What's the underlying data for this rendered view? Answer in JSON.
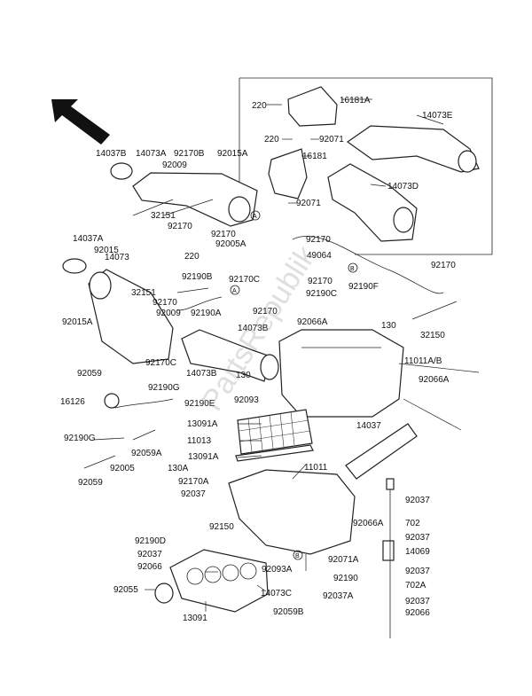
{
  "diagram": {
    "direction_icon": "arrow-up-left-icon",
    "watermark": "PartsRepublik",
    "labels": {
      "l220a": "220",
      "l16181a": "16181A",
      "l14073e": "14073E",
      "l220b": "220",
      "l92071a": "92071",
      "l16181": "16181",
      "l14073d": "14073D",
      "l92071b": "92071",
      "l14037b": "14037B",
      "l14073a": "14073A",
      "l92170b": "92170B",
      "l92015a_top": "92015A",
      "l92009_top": "92009",
      "l32151_top": "32151",
      "l92170_a": "92170",
      "l92170_b": "92170",
      "l14037a": "14037A",
      "l92015": "92015",
      "l220c": "220",
      "l92005a": "92005A",
      "l14073": "14073",
      "l92190b": "92190B",
      "l32151_mid": "32151",
      "l92170_c": "92170",
      "l92009_mid": "92009",
      "l92170c_mid": "92170C",
      "l92190a": "92190A",
      "l92015a_left": "92015A",
      "l92170_d": "92170",
      "l14073b_a": "14073B",
      "l92170c_low": "92170C",
      "l92059_a": "92059",
      "l14073b_b": "14073B",
      "l92190g": "92190G",
      "l16126": "16126",
      "l92190e": "92190E",
      "l92190g_b": "92190G",
      "l92059a": "92059A",
      "l92005": "92005",
      "l92059_b": "92059",
      "l92170_e": "92170",
      "l49064": "49064",
      "l92170_f": "92170",
      "l92190c": "92190C",
      "l92066a_a": "92066A",
      "l92170_top_right": "92170",
      "l92190f": "92190F",
      "l32150": "32150",
      "l130_a": "130",
      "l11011ab": "11011A/B",
      "l130_b": "130",
      "l92066a_b": "92066A",
      "l92093": "92093",
      "l13091a_a": "13091A",
      "l11013": "11013",
      "l13091a_b": "13091A",
      "l14037": "14037",
      "l130a": "130A",
      "l92170a": "92170A",
      "l92037_a": "92037",
      "l11011": "11011",
      "l92150": "92150",
      "l92190d": "92190D",
      "l92037_b": "92037",
      "l92066": "92066",
      "l92055": "92055",
      "l13091": "13091",
      "l14073c": "14073C",
      "l92093a": "92093A",
      "l92071a_low": "92071A",
      "l92190": "92190",
      "l92037a": "92037A",
      "l92059b": "92059B",
      "l92066a_c": "92066A",
      "l92037_r1": "92037",
      "l702": "702",
      "l92037_r2": "92037",
      "l14069": "14069",
      "l92037_r3": "92037",
      "l702a": "702A",
      "l92037_r4": "92037",
      "l92066_r": "92066",
      "ref_a": "A",
      "ref_b": "B"
    }
  }
}
